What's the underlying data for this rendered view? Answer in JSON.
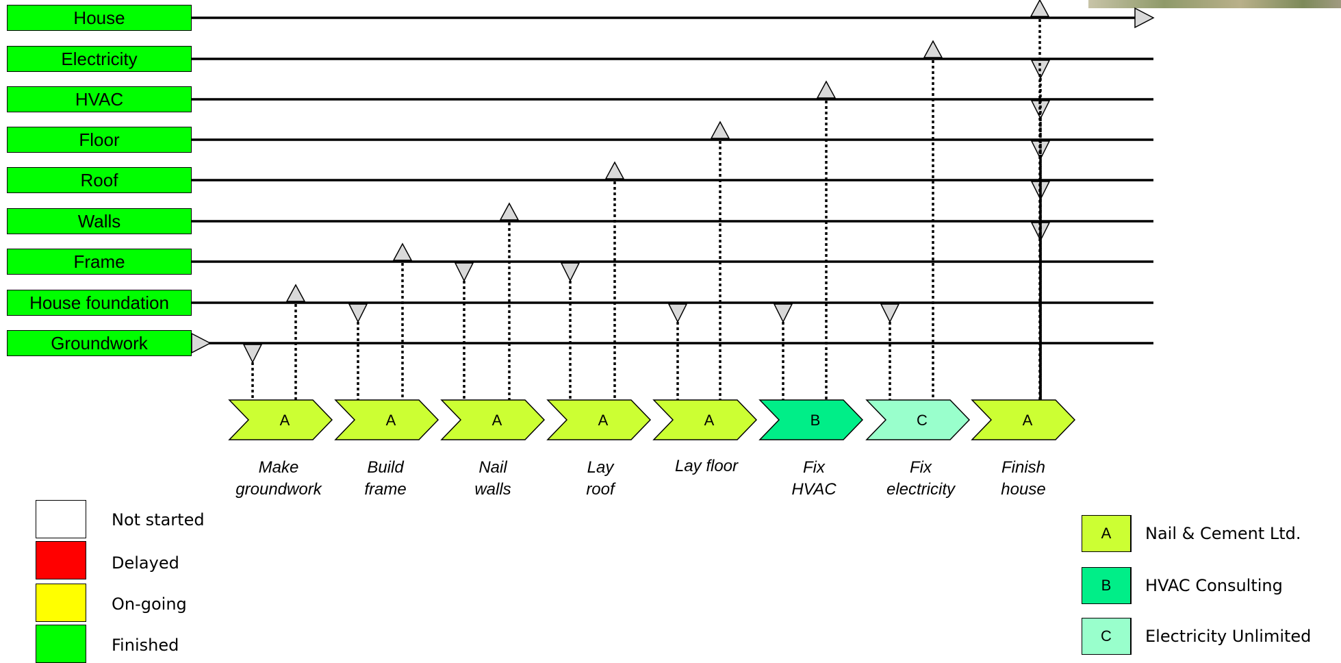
{
  "lanes": [
    {
      "label": "House",
      "status_color": "#00ff00"
    },
    {
      "label": "Electricity",
      "status_color": "#00ff00"
    },
    {
      "label": "HVAC",
      "status_color": "#00ff00"
    },
    {
      "label": "Floor",
      "status_color": "#00ff00"
    },
    {
      "label": "Roof",
      "status_color": "#00ff00"
    },
    {
      "label": "Walls",
      "status_color": "#00ff00"
    },
    {
      "label": "Frame",
      "status_color": "#00ff00"
    },
    {
      "label": "House foundation",
      "status_color": "#00ff00"
    },
    {
      "label": "Groundwork",
      "status_color": "#00ff00"
    }
  ],
  "tasks": [
    {
      "code": "A",
      "color": "#ccff33",
      "label_lines": [
        "Make",
        "groundwork"
      ]
    },
    {
      "code": "A",
      "color": "#ccff33",
      "label_lines": [
        "Build",
        "frame"
      ]
    },
    {
      "code": "A",
      "color": "#ccff33",
      "label_lines": [
        "Nail",
        "walls"
      ]
    },
    {
      "code": "A",
      "color": "#ccff33",
      "label_lines": [
        "Lay",
        "roof"
      ]
    },
    {
      "code": "A",
      "color": "#ccff33",
      "label_lines": [
        "Lay floor"
      ]
    },
    {
      "code": "B",
      "color": "#00ee88",
      "label_lines": [
        "Fix",
        "HVAC"
      ]
    },
    {
      "code": "C",
      "color": "#99ffcc",
      "label_lines": [
        "Fix",
        "electricity"
      ]
    },
    {
      "code": "A",
      "color": "#ccff33",
      "label_lines": [
        "Finish",
        "house"
      ]
    }
  ],
  "status_legend": [
    {
      "label": "Not started",
      "color": "#ffffff"
    },
    {
      "label": "Delayed",
      "color": "#ff0000"
    },
    {
      "label": "On-going",
      "color": "#ffff00"
    },
    {
      "label": "Finished",
      "color": "#00ff00"
    }
  ],
  "supplier_legend": [
    {
      "code": "A",
      "name": "Nail & Cement Ltd.",
      "color": "#ccff33"
    },
    {
      "code": "B",
      "name": "HVAC Consulting",
      "color": "#00ee88"
    },
    {
      "code": "C",
      "name": "Electricity Unlimited",
      "color": "#99ffcc"
    }
  ]
}
